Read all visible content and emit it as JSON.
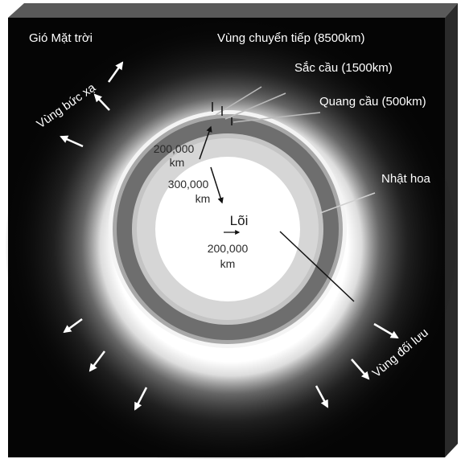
{
  "diagram": {
    "labels": {
      "solar_wind": "Gió Mặt trời",
      "radiation_zone": "Vùng bức xạ",
      "transition_zone": "Vùng chuyển tiếp (8500km)",
      "chromosphere": "Sắc cầu (1500km)",
      "photosphere": "Quang cầu (500km)",
      "corona": "Nhật hoa",
      "convection_zone": "Vùng đối lưu",
      "core": "Lõi"
    },
    "dimensions": {
      "outer_value": "200,000",
      "outer_unit": "km",
      "middle_value": "300,000",
      "middle_unit": "km",
      "core_value": "200,000",
      "core_unit": "km"
    }
  }
}
